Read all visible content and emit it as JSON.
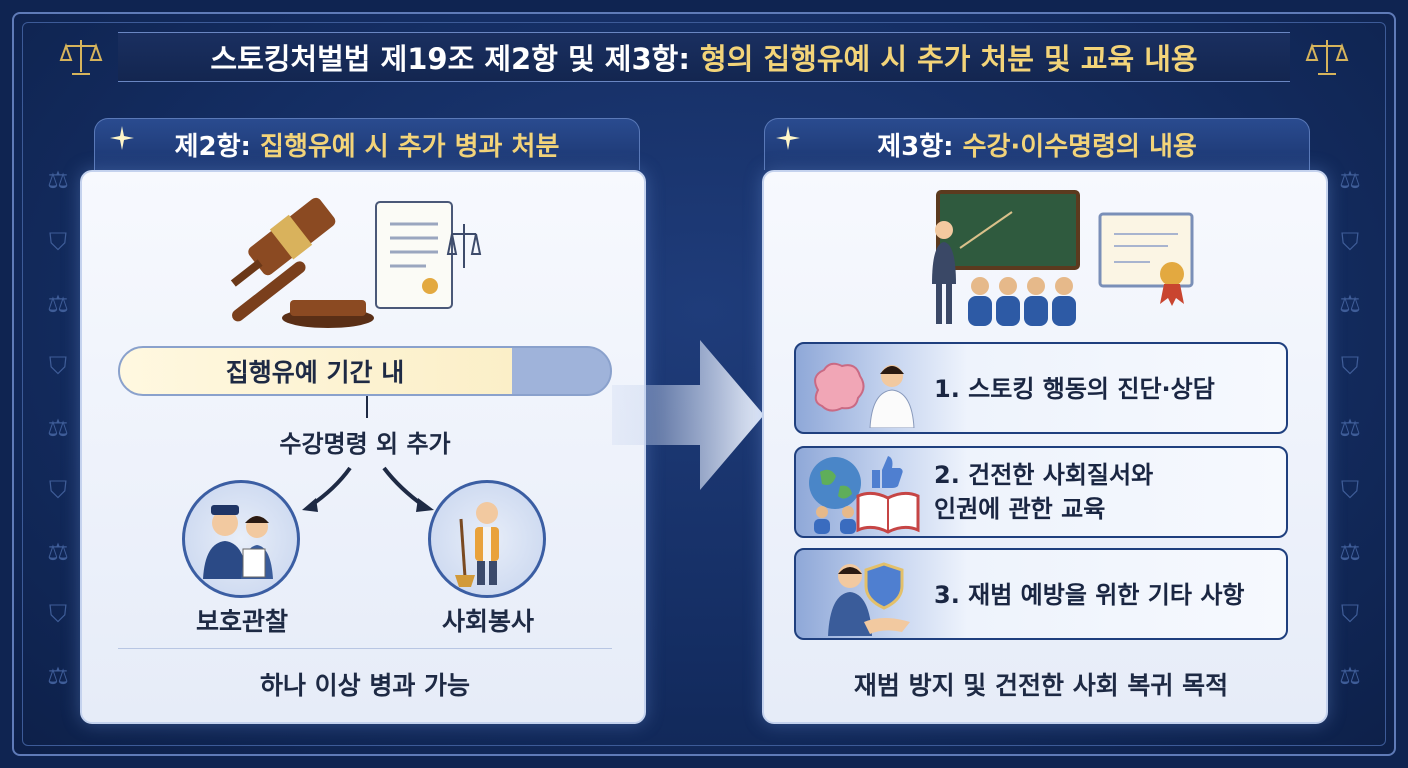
{
  "title": {
    "part1": "스토킹처벌법 제19조 제2항 및 제3항:",
    "part2": "형의 집행유예 시 추가 처분 및 교육 내용"
  },
  "left": {
    "header_prefix": "제2항:",
    "header_main": "집행유예 시 추가 병과 처분",
    "period": "집행유예 기간 내",
    "additional": "수강명령 외 추가",
    "option1": "보호관찰",
    "option2": "사회봉사",
    "footer": "하나 이상 병과 가능"
  },
  "right": {
    "header_prefix": "제3항:",
    "header_main": "수강·이수명령의 내용",
    "items": [
      {
        "line1": "1. 스토킹 행동의 진단·상담",
        "line2": ""
      },
      {
        "line1": "2. 건전한 사회질서와",
        "line2": "인권에 관한 교육"
      },
      {
        "line1": "3. 재범 예방을 위한 기타 사항",
        "line2": ""
      }
    ],
    "footer": "재범 방지 및 건전한 사회 복귀 목적"
  },
  "colors": {
    "background": "#0f2451",
    "accent_gold": "#f3d479",
    "panel": "#f3f6fd",
    "text_dark": "#1e2a44"
  },
  "icons": [
    "scales-icon",
    "gavel-icon",
    "document-icon",
    "arrow-icon",
    "probation-officer-icon",
    "community-service-icon",
    "teacher-classroom-icon",
    "certificate-icon",
    "brain-icon",
    "counselor-icon",
    "globe-icon",
    "thumbs-up-icon",
    "book-icon",
    "person-shield-icon"
  ]
}
